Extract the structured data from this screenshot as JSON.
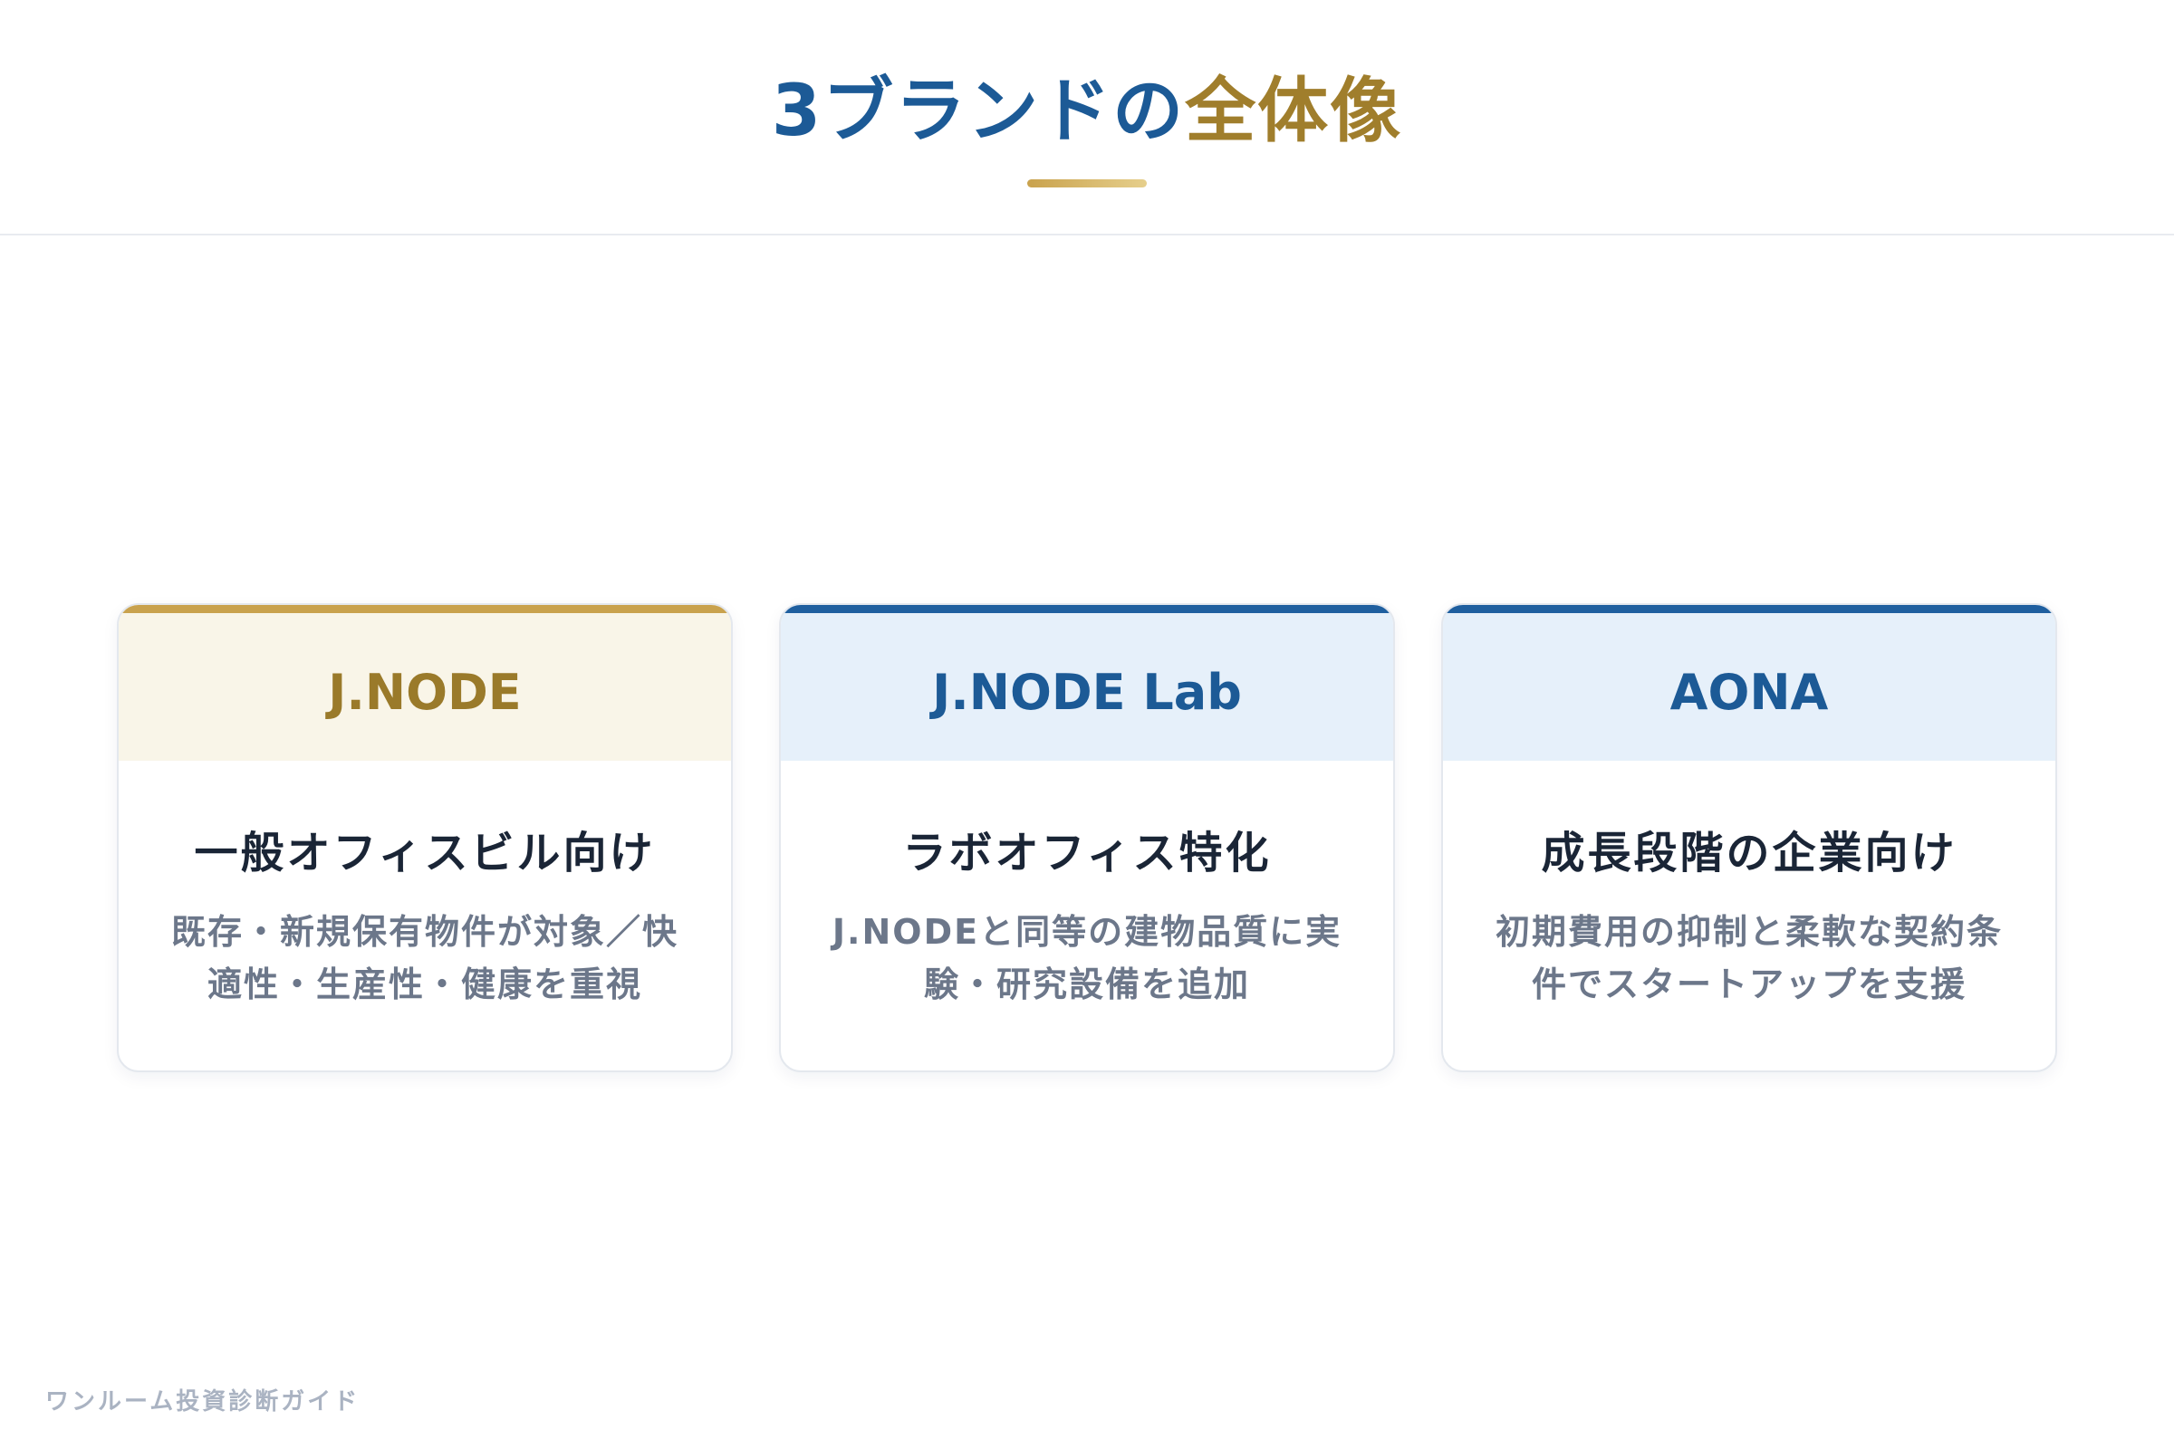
{
  "header": {
    "title_main": "3ブランドの",
    "title_accent": "全体像"
  },
  "cards": [
    {
      "brand": "J.NODE",
      "headline": "一般オフィスビル向け",
      "description": "既存・新規保有物件が対象／快適性・生産性・健康を重視"
    },
    {
      "brand": "J.NODE Lab",
      "headline": "ラボオフィス特化",
      "description": "J.NODEと同等の建物品質に実験・研究設備を追加"
    },
    {
      "brand": "AONA",
      "headline": "成長段階の企業向け",
      "description": "初期費用の抑制と柔軟な契約条件でスタートアップを支援"
    }
  ],
  "footer": {
    "text": "ワンルーム投資診断ガイド"
  },
  "colors": {
    "primary_blue": "#1c5a96",
    "accent_gold": "#a07e2c",
    "card_gold_head": "#f9f5e8",
    "card_blue_head": "#e6f0fa"
  }
}
